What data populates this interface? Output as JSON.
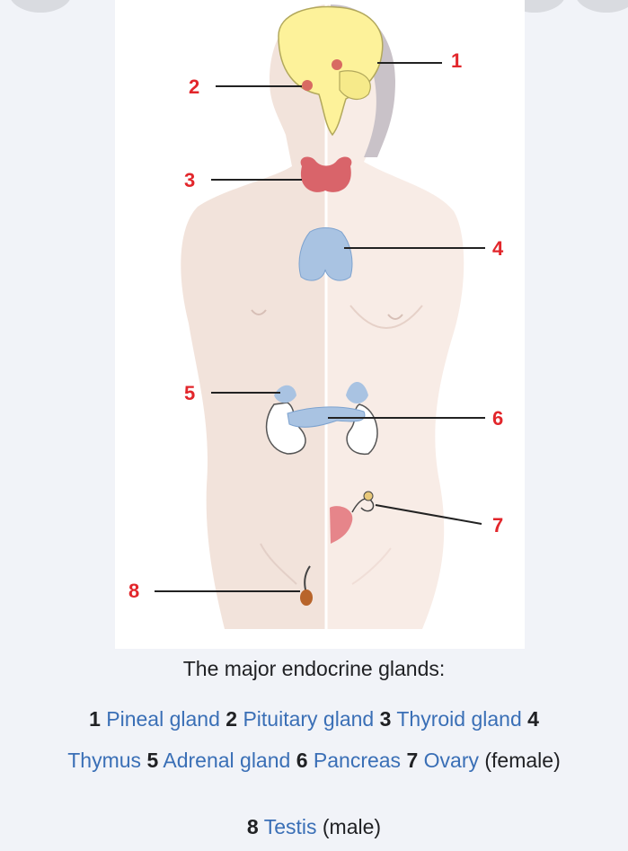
{
  "markers": [
    "1",
    "2",
    "3",
    "4",
    "5",
    "6",
    "7",
    "8"
  ],
  "caption": "The major endocrine glands:",
  "legend": {
    "line1": [
      {
        "n": "1",
        "name": "Pineal gland"
      },
      {
        "n": "2",
        "name": "Pituitary gland"
      },
      {
        "n": "3",
        "name": "Thyroid gland"
      },
      {
        "n": "4",
        "name": ""
      }
    ],
    "line2": [
      {
        "n": "",
        "name": "Thymus"
      },
      {
        "n": "5",
        "name": "Adrenal gland"
      },
      {
        "n": "6",
        "name": "Pancreas"
      },
      {
        "n": "7",
        "name": "Ovary",
        "suffix": "(female)"
      }
    ],
    "line3": [
      {
        "n": "8",
        "name": "Testis",
        "suffix": "(male)"
      }
    ]
  },
  "colors": {
    "marker": "#e2262b",
    "link": "#3a6fb6",
    "skin_left": "#f2e3db",
    "skin_right": "#f8ece6",
    "brain": "#fdf29a",
    "thyroid": "#d9646a",
    "gland_blue": "#a9c3e2"
  }
}
